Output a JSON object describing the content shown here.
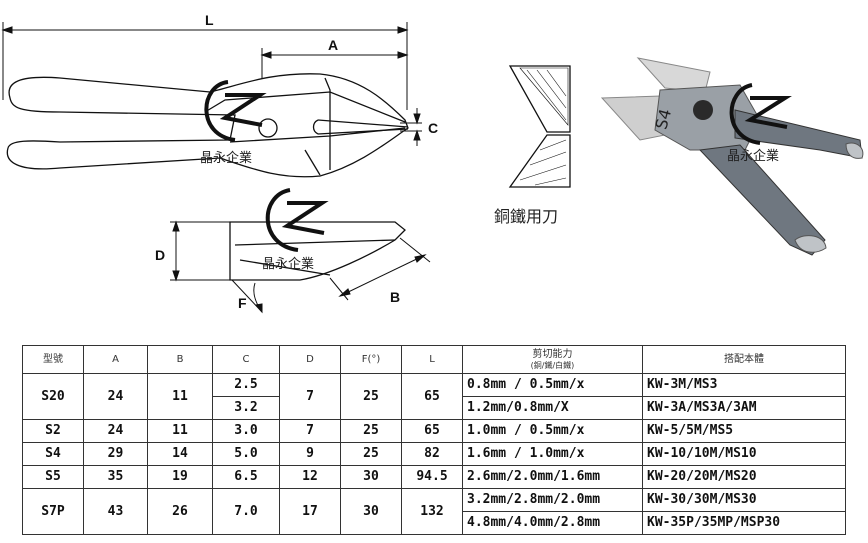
{
  "dimension_labels": {
    "L": "L",
    "A": "A",
    "C": "C",
    "D": "D",
    "B": "B",
    "F": "F"
  },
  "brand_text": "晶永企業",
  "blade_caption": "銅鐵用刀",
  "product_mark": "S4",
  "table": {
    "headers": [
      "型號",
      "A",
      "B",
      "C",
      "D",
      "F(°)",
      "L",
      "剪切能力",
      "搭配本體"
    ],
    "cut_sub": "(銅/鐵/白鐵)",
    "rows": [
      {
        "model": "S20",
        "a": "24",
        "b": "11",
        "c": "2.5",
        "d": "7",
        "f": "25",
        "l": "65",
        "cut": "0.8mm / 0.5mm/x",
        "match": "KW-3M/MS3"
      },
      {
        "model": "",
        "a": "",
        "b": "",
        "c": "3.2",
        "d": "",
        "f": "",
        "l": "",
        "cut": "1.2mm/0.8mm/X",
        "match": "KW-3A/MS3A/3AM"
      },
      {
        "model": "S2",
        "a": "24",
        "b": "11",
        "c": "3.0",
        "d": "7",
        "f": "25",
        "l": "65",
        "cut": "1.0mm / 0.5mm/x",
        "match": "KW-5/5M/MS5"
      },
      {
        "model": "S4",
        "a": "29",
        "b": "14",
        "c": "5.0",
        "d": "9",
        "f": "25",
        "l": "82",
        "cut": "1.6mm / 1.0mm/x",
        "match": "KW-10/10M/MS10"
      },
      {
        "model": "S5",
        "a": "35",
        "b": "19",
        "c": "6.5",
        "d": "12",
        "f": "30",
        "l": "94.5",
        "cut": "2.6mm/2.0mm/1.6mm",
        "match": "KW-20/20M/MS20"
      },
      {
        "model": "S7P",
        "a": "43",
        "b": "26",
        "c": "7.0",
        "d": "17",
        "f": "30",
        "l": "132",
        "cut": "3.2mm/2.8mm/2.0mm",
        "match": "KW-30/30M/MS30"
      },
      {
        "model": "",
        "a": "",
        "b": "",
        "c": "",
        "d": "",
        "f": "",
        "l": "",
        "cut": "4.8mm/4.0mm/2.8mm",
        "match": "KW-35P/35MP/MSP30"
      }
    ]
  }
}
